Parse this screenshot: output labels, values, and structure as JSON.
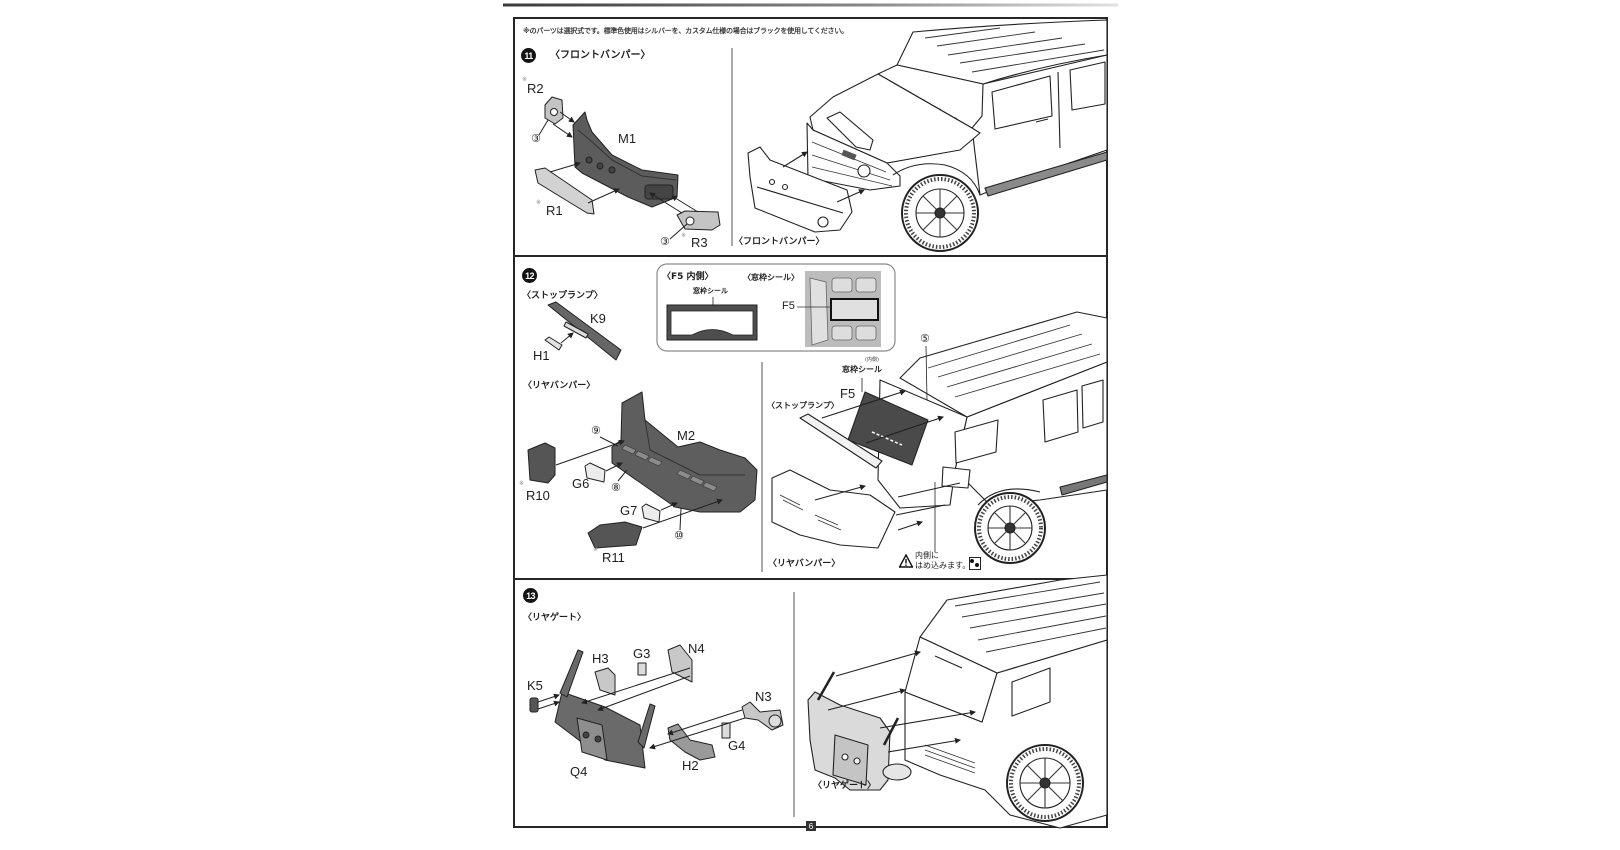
{
  "page": {
    "note": "※のパーツは選択式です。標準色使用はシルバーを、カスタム仕様の場合はブラックを使用してください。",
    "optional_mark": "※",
    "page_number": "6"
  },
  "step11": {
    "number": "11",
    "title": "〈フロントバンパー〉",
    "parts": {
      "r2": "R2",
      "m1": "M1",
      "r1": "R1",
      "r3": "R3"
    },
    "refs": {
      "r2_glue": "③",
      "r3_glue": "③"
    },
    "caption": "〈フロントバンパー〉"
  },
  "step12": {
    "number": "12",
    "stop_lamp_title": "〈ストップランプ〉",
    "rear_bumper_title": "〈リヤバンパー〉",
    "parts": {
      "k9": "K9",
      "h1": "H1",
      "m2": "M2",
      "g6": "G6",
      "g7": "G7",
      "r10": "R10",
      "r11": "R11"
    },
    "refs": {
      "ref9": "⑨",
      "ref8": "⑧",
      "ref10": "⑩",
      "ref5": "⑤"
    },
    "inset": {
      "inner_title": "〈F5 内側〉",
      "sticker_title": "〈窓枠シール〉",
      "sticker_label": "窓枠シール",
      "part": "F5"
    },
    "assembly": {
      "inner_note": "(内側)",
      "sticker_label": "窓枠シール",
      "part": "F5",
      "stop_lamp_caption": "〈ストップランプ〉",
      "rear_bumper_caption": "〈リヤバンパー〉"
    },
    "warning": {
      "icon": "warning-icon",
      "line1": "内側に",
      "line2": "はめ込みます。",
      "fit_icon": "insert-fit-icon"
    }
  },
  "step13": {
    "number": "13",
    "title": "〈リヤゲート〉",
    "parts": {
      "h3": "H3",
      "g3": "G3",
      "n4": "N4",
      "k5": "K5",
      "n3": "N3",
      "g4": "G4",
      "h2": "H2",
      "q4": "Q4"
    },
    "caption": "〈リヤゲート〉"
  }
}
